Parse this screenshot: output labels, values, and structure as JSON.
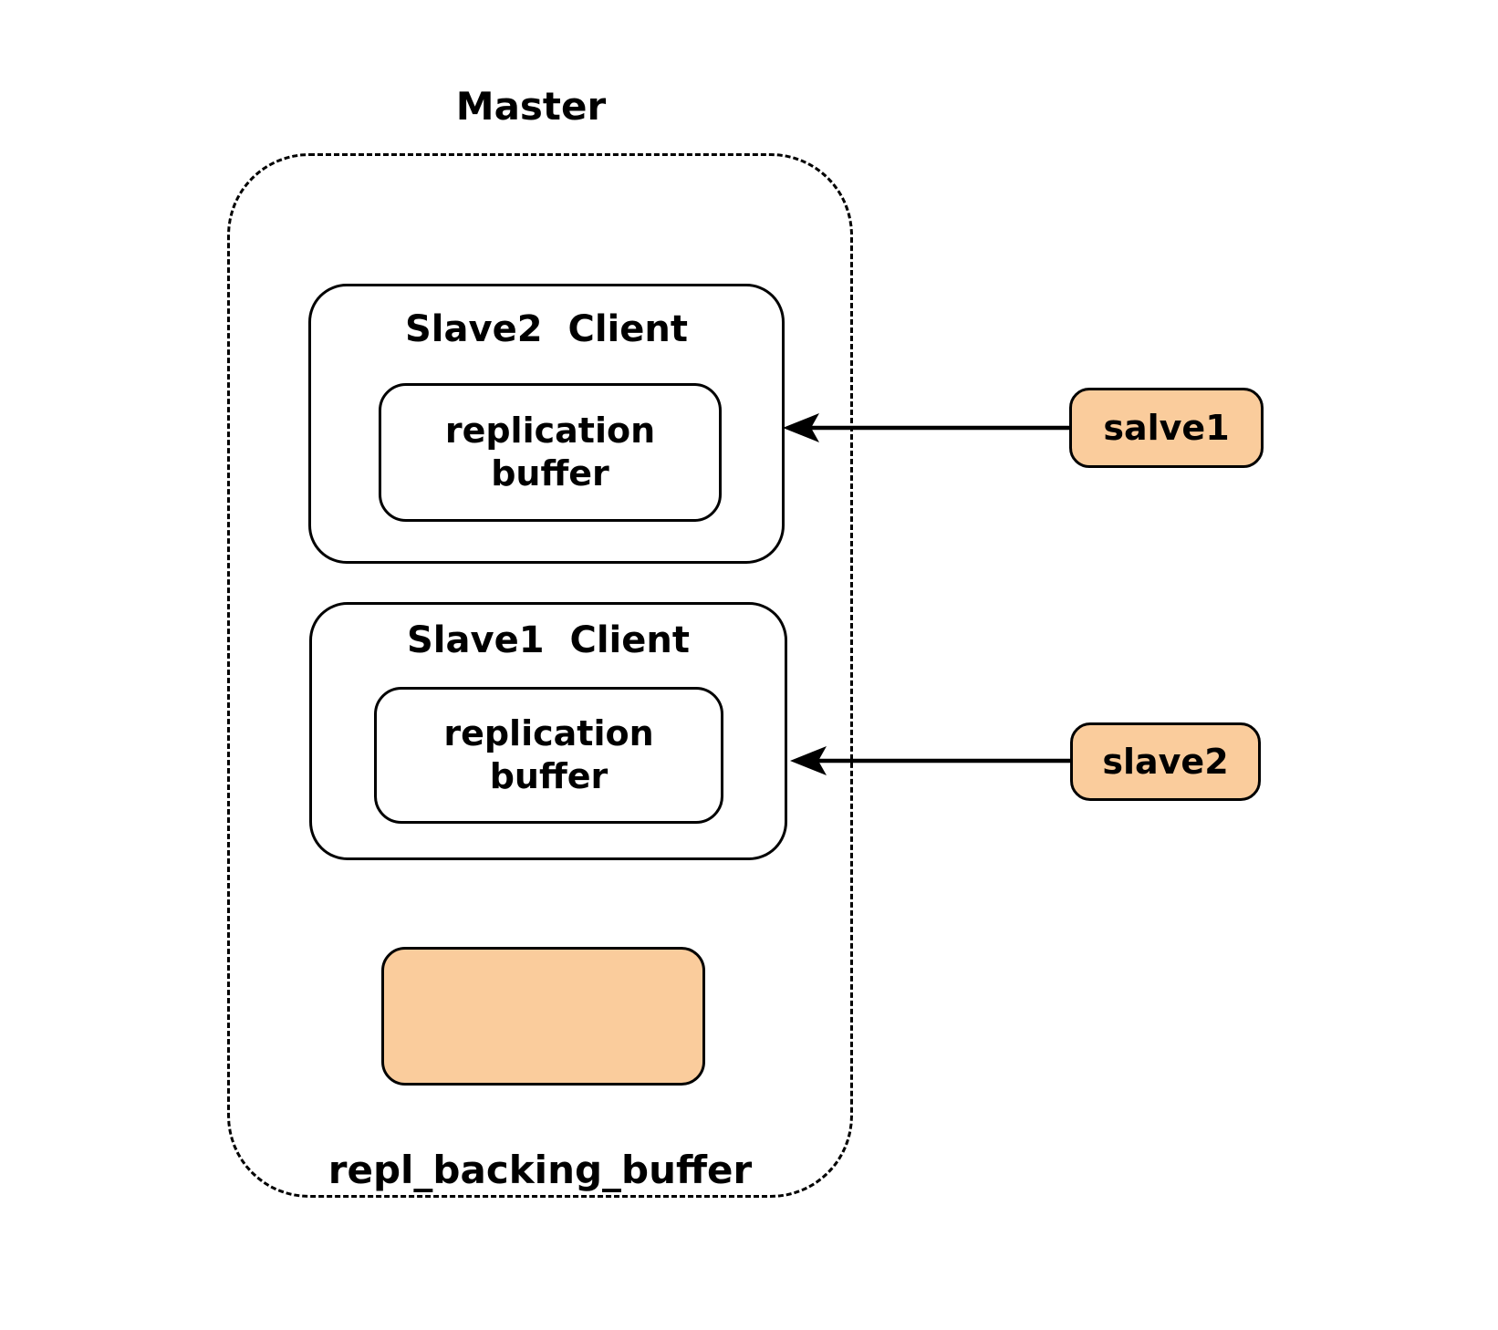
{
  "diagram": {
    "master": {
      "label": "Master",
      "clients": [
        {
          "title": "Slave2 Client",
          "buffer_label": "replication buffer"
        },
        {
          "title": "Slave1 Client",
          "buffer_label": "replication buffer"
        }
      ],
      "backing_buffer_label": "repl_backing_buffer"
    },
    "slaves": [
      {
        "label": "salve1"
      },
      {
        "label": "slave2"
      }
    ],
    "arrows": [
      {
        "from": "salve1",
        "to": "Slave2 Client"
      },
      {
        "from": "slave2",
        "to": "Slave1 Client"
      }
    ],
    "colors": {
      "node_fill": "#FACC9C",
      "stroke": "#000000",
      "background": "#FFFFFF"
    }
  }
}
